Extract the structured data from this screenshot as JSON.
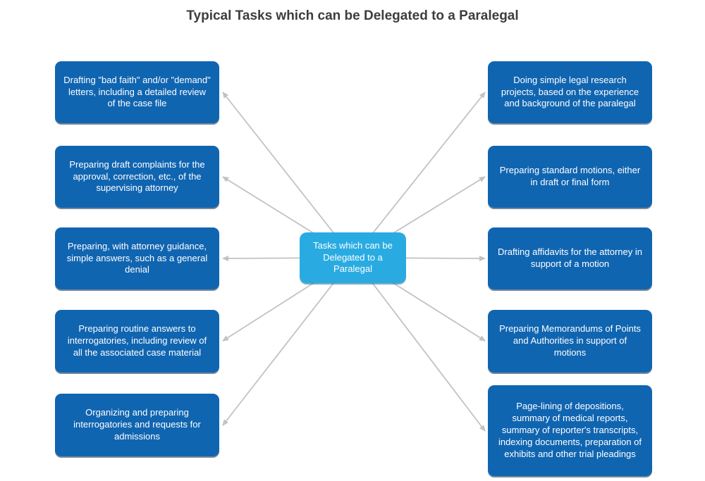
{
  "title": "Typical Tasks which can be Delegated to a Paralegal",
  "center_node": {
    "label": "Tasks which can be Delegated to a Paralegal"
  },
  "left_nodes": [
    {
      "label": "Drafting \"bad faith\" and/or \"demand\" letters, including a detailed review of the case file"
    },
    {
      "label": "Preparing draft complaints for the approval, correction, etc., of the supervising attorney"
    },
    {
      "label": "Preparing, with attorney guidance, simple answers, such as a general denial"
    },
    {
      "label": "Preparing routine answers to interrogatories, including review of all the associated case material"
    },
    {
      "label": "Organizing and preparing interrogatories and requests for admissions"
    }
  ],
  "right_nodes": [
    {
      "label": "Doing simple legal research projects, based on the experience and background of the paralegal"
    },
    {
      "label": "Preparing standard motions, either in draft or final form"
    },
    {
      "label": "Drafting affidavits for the attorney in support of a motion"
    },
    {
      "label": "Preparing Memorandums of Points and Authorities in support of motions"
    },
    {
      "label": "Page-lining of depositions, summary of medical reports, summary of reporter's transcripts, indexing documents, preparation of exhibits and other trial pleadings"
    }
  ],
  "colors": {
    "branch_box": "#1065B1",
    "center_box": "#29ABE2",
    "arrow": "#C2C2C2",
    "title_text": "#3D3D3D",
    "box_text": "#FFFFFF"
  }
}
